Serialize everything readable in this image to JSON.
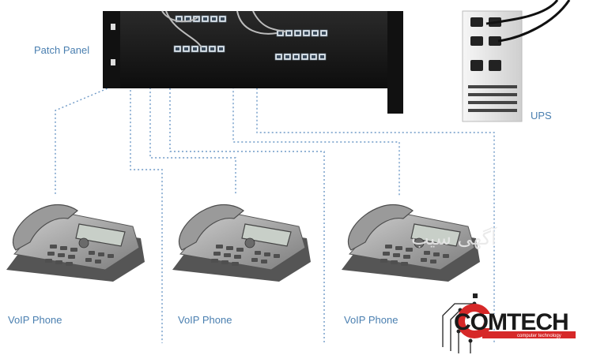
{
  "labels": {
    "patch_panel": "Patch Panel",
    "ups": "UPS",
    "phones": [
      "VoIP Phone",
      "VoIP Phone",
      "VoIP Phone"
    ]
  },
  "logo": {
    "text": "COMTECH",
    "subtitle": "computer technology",
    "red": "#d62828",
    "dark": "#1a1a1a"
  },
  "watermark": "آگهی سیب",
  "colors": {
    "cable": "#6f9ac7",
    "label": "#4a7fb0",
    "rack": "#1c1c1c",
    "ups_body": "#e9e9e9",
    "phone_body": "#a9a9a9"
  }
}
